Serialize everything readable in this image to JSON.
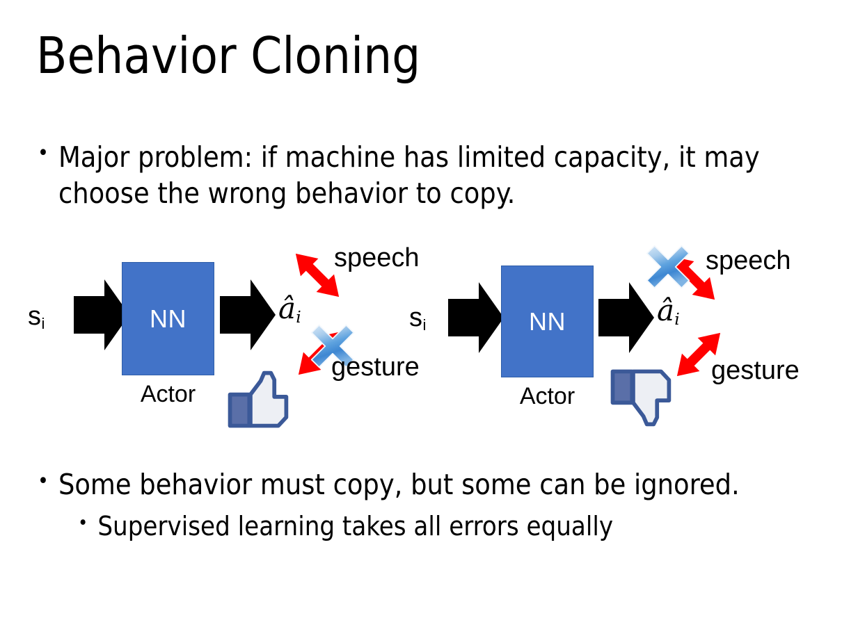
{
  "slide": {
    "title": "Behavior Cloning",
    "background_color": "#FFFFFF"
  },
  "bullets": [
    {
      "marker": "•",
      "text": "Major problem: if machine has limited capacity, it may choose the wrong behavior to copy.",
      "level": 1
    },
    {
      "marker": "•",
      "text": "Some behavior must copy, but some can be ignored.",
      "level": 1
    },
    {
      "marker": "•",
      "text": "Supervised learning takes all errors equally",
      "level": 2
    }
  ],
  "diagrams": [
    {
      "id": "left",
      "input_label": "s",
      "input_subscript": "i",
      "box_label": "NN",
      "box_caption": "Actor",
      "output_label": "â",
      "output_subscript": "i",
      "branches": [
        {
          "name": "speech",
          "label": "speech",
          "direction": "up-right",
          "crossed_out": false
        },
        {
          "name": "gesture",
          "label": "gesture",
          "direction": "down-right",
          "crossed_out": true
        }
      ],
      "verdict_icon": "thumbs-up-icon",
      "box_color": "#4273C8",
      "box_border_color": "#2E5EA8",
      "arrow_color": "#000000",
      "branch_arrow_color": "#FF0000",
      "cross_color": "#4A90D9"
    },
    {
      "id": "right",
      "input_label": "s",
      "input_subscript": "i",
      "box_label": "NN",
      "box_caption": "Actor",
      "output_label": "â",
      "output_subscript": "i",
      "branches": [
        {
          "name": "speech",
          "label": "speech",
          "direction": "up-right",
          "crossed_out": true
        },
        {
          "name": "gesture",
          "label": "gesture",
          "direction": "down-right",
          "crossed_out": false
        }
      ],
      "verdict_icon": "thumbs-down-icon",
      "box_color": "#4273C8",
      "box_border_color": "#2E5EA8",
      "arrow_color": "#000000",
      "branch_arrow_color": "#FF0000",
      "cross_color": "#4A90D9"
    }
  ]
}
